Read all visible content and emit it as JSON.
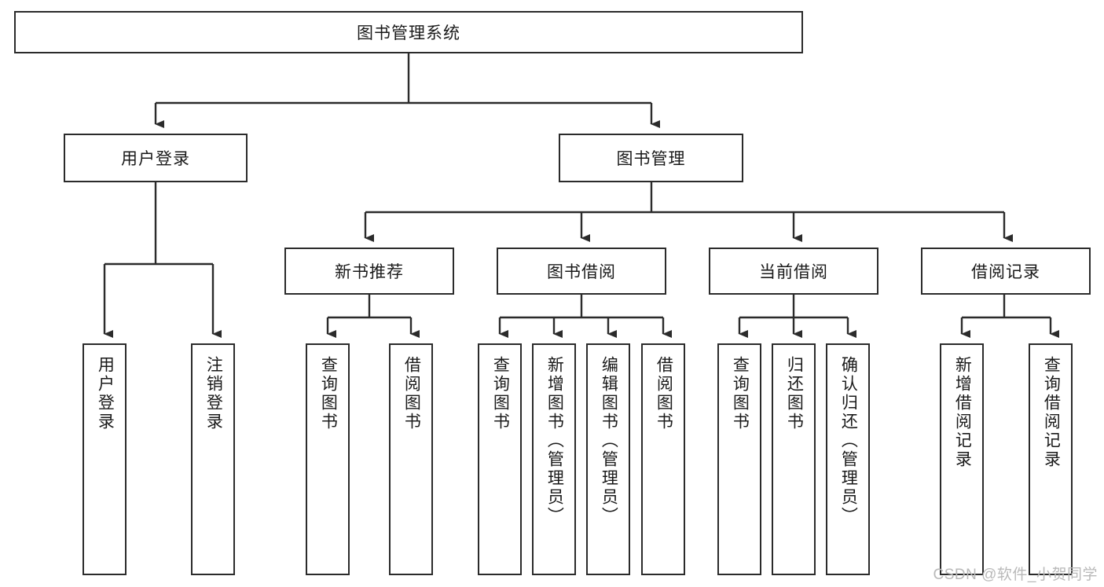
{
  "diagram": {
    "type": "tree",
    "root": {
      "label": "图书管理系统"
    },
    "level2": [
      {
        "label": "用户登录"
      },
      {
        "label": "图书管理"
      }
    ],
    "level3": [
      {
        "label": "新书推荐"
      },
      {
        "label": "图书借阅"
      },
      {
        "label": "当前借阅"
      },
      {
        "label": "借阅记录"
      }
    ],
    "leaves": {
      "user_login": [
        {
          "label": "用户登录"
        },
        {
          "label": "注销登录"
        }
      ],
      "new_book_recommend": [
        {
          "label": "查询图书"
        },
        {
          "label": "借阅图书"
        }
      ],
      "book_borrow": [
        {
          "label": "查询图书"
        },
        {
          "label": "新增图书（管理员）"
        },
        {
          "label": "编辑图书（管理员）"
        },
        {
          "label": "借阅图书"
        }
      ],
      "current_borrow": [
        {
          "label": "查询图书"
        },
        {
          "label": "归还图书"
        },
        {
          "label": "确认归还（管理员）"
        }
      ],
      "borrow_record": [
        {
          "label": "新增借阅记录"
        },
        {
          "label": "查询借阅记录"
        }
      ]
    }
  },
  "watermark": {
    "text": "CSDN @软件_小贺同学"
  },
  "colors": {
    "stroke": "#2b2b2b",
    "fill": "#ffffff",
    "text": "#1a1a1a",
    "watermark": "#b9b9b9"
  }
}
